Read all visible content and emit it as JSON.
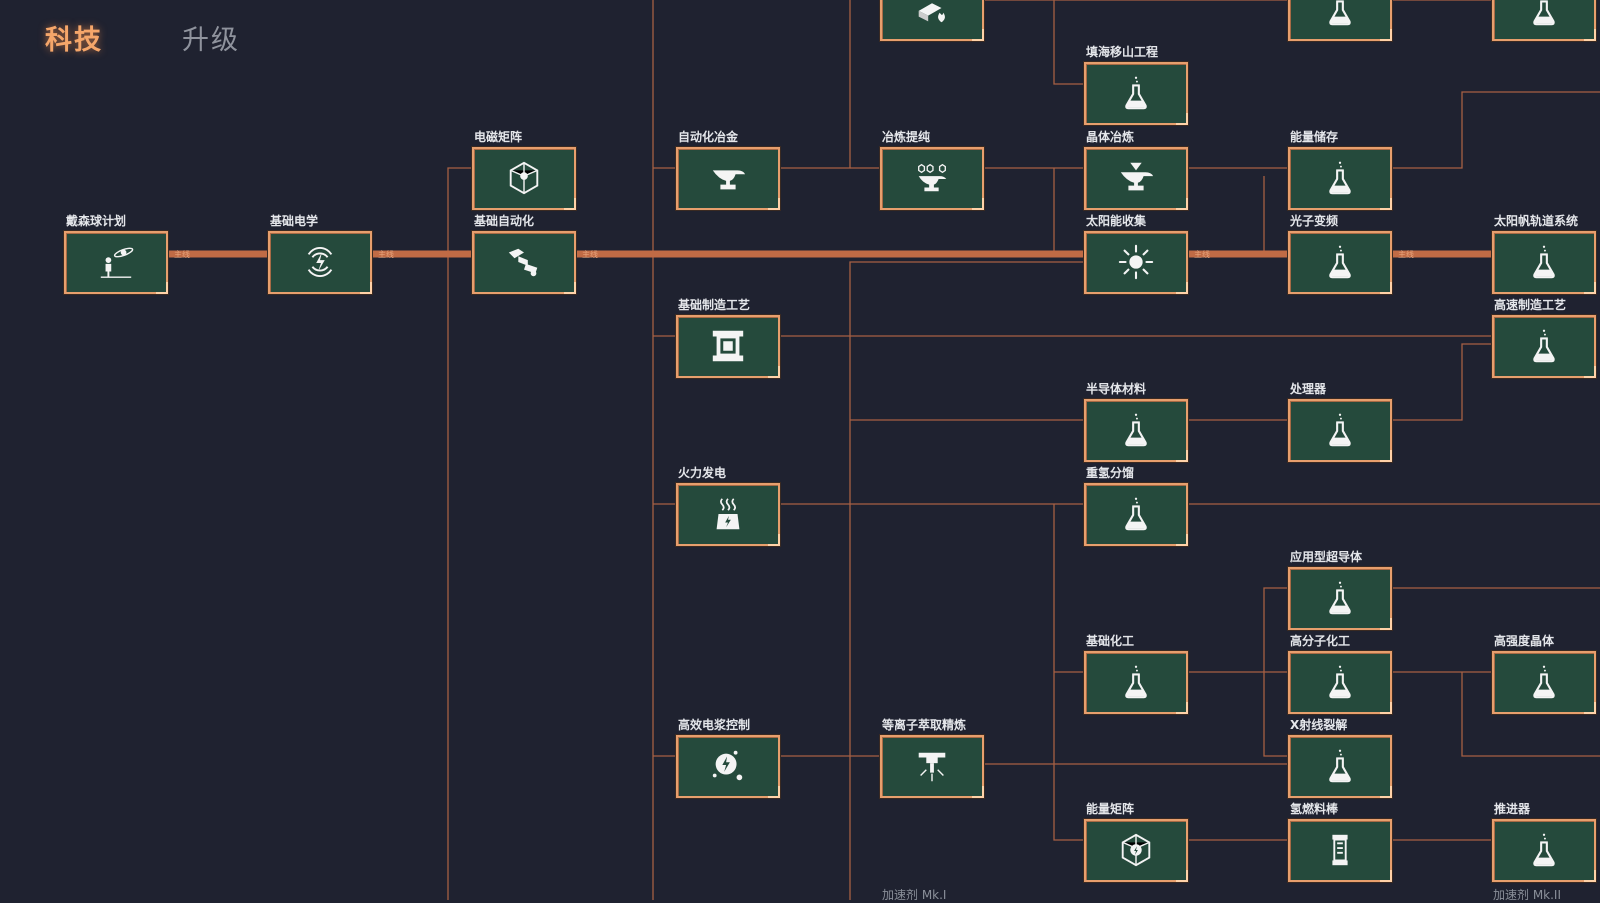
{
  "tabs": [
    {
      "label": "科技",
      "active": true
    },
    {
      "label": "升级",
      "active": false
    }
  ],
  "main_line_tag": "主线",
  "colors": {
    "background": "#1f2230",
    "node_fill": "#254a3c",
    "node_border": "#e79f6d",
    "main_line": "#c06b45",
    "link_line": "#a66044",
    "active_tab": "#f5a66a"
  },
  "nodes": [
    {
      "id": "n0",
      "label": "",
      "icon": "smelting-fire-icon"
    },
    {
      "id": "n1",
      "label": "",
      "icon": "flask-icon"
    },
    {
      "id": "n2",
      "label": "",
      "icon": "flask-icon"
    },
    {
      "id": "n3",
      "label": "填海移山工程",
      "icon": "flask-icon"
    },
    {
      "id": "n4",
      "label": "电磁矩阵",
      "icon": "matrix-cube-icon"
    },
    {
      "id": "n5",
      "label": "自动化冶金",
      "icon": "anvil-icon"
    },
    {
      "id": "n6",
      "label": "冶炼提纯",
      "icon": "purify-anvil-icon"
    },
    {
      "id": "n7",
      "label": "晶体冶炼",
      "icon": "crystal-anvil-icon"
    },
    {
      "id": "n8",
      "label": "能量储存",
      "icon": "flask-icon"
    },
    {
      "id": "n9",
      "label": "戴森球计划",
      "icon": "dyson-sphere-icon"
    },
    {
      "id": "n10",
      "label": "基础电学",
      "icon": "electric-icon"
    },
    {
      "id": "n11",
      "label": "基础自动化",
      "icon": "robot-arm-icon"
    },
    {
      "id": "n12",
      "label": "太阳能收集",
      "icon": "sun-icon"
    },
    {
      "id": "n13",
      "label": "光子变频",
      "icon": "flask-icon"
    },
    {
      "id": "n14",
      "label": "太阳帆轨道系统",
      "icon": "flask-icon"
    },
    {
      "id": "n15",
      "label": "基础制造工艺",
      "icon": "assembler-icon"
    },
    {
      "id": "n16",
      "label": "高速制造工艺",
      "icon": "flask-icon"
    },
    {
      "id": "n17",
      "label": "半导体材料",
      "icon": "flask-icon"
    },
    {
      "id": "n18",
      "label": "处理器",
      "icon": "flask-icon"
    },
    {
      "id": "n19",
      "label": "火力发电",
      "icon": "thermal-plant-icon"
    },
    {
      "id": "n20",
      "label": "重氢分馏",
      "icon": "flask-icon"
    },
    {
      "id": "n21",
      "label": "应用型超导体",
      "icon": "flask-icon"
    },
    {
      "id": "n22",
      "label": "基础化工",
      "icon": "flask-icon"
    },
    {
      "id": "n23",
      "label": "高分子化工",
      "icon": "flask-icon"
    },
    {
      "id": "n24",
      "label": "高强度晶体",
      "icon": "flask-icon"
    },
    {
      "id": "n25",
      "label": "高效电浆控制",
      "icon": "plasma-icon"
    },
    {
      "id": "n26",
      "label": "等离子萃取精炼",
      "icon": "refinery-icon"
    },
    {
      "id": "n27",
      "label": "X射线裂解",
      "icon": "flask-icon"
    },
    {
      "id": "n28",
      "label": "能量矩阵",
      "icon": "energy-matrix-icon"
    },
    {
      "id": "n29",
      "label": "氢燃料棒",
      "icon": "fuel-rod-icon"
    },
    {
      "id": "n30",
      "label": "推进器",
      "icon": "flask-icon"
    }
  ],
  "bottom_labels": [
    "加速剂 Mk.I",
    "加速剂 Mk.II"
  ]
}
